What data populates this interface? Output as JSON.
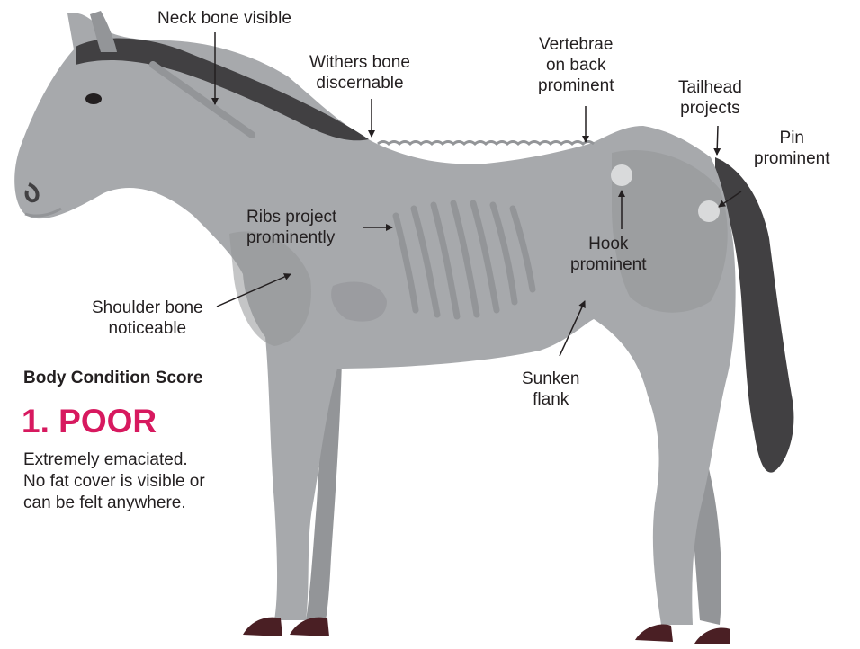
{
  "labels": {
    "neck": [
      "Neck bone visible"
    ],
    "withers": [
      "Withers bone",
      "discernable"
    ],
    "vertebrae": [
      "Vertebrae",
      "on back",
      "prominent"
    ],
    "tailhead": [
      "Tailhead",
      "projects"
    ],
    "pin": [
      "Pin",
      "prominent"
    ],
    "ribs": [
      "Ribs project",
      "prominently"
    ],
    "hook": [
      "Hook",
      "prominent"
    ],
    "shoulder": [
      "Shoulder bone",
      "noticeable"
    ],
    "flank": [
      "Sunken",
      "flank"
    ]
  },
  "score": {
    "heading": "Body Condition Score",
    "value": "1. POOR",
    "description": [
      "Extremely emaciated.",
      "No fat cover is visible or",
      "can be felt anywhere."
    ]
  },
  "colors": {
    "body": "#a7a9ac",
    "body_shade": "#939598",
    "mane_tail": "#414042",
    "hoof": "#4a1f24",
    "accent": "#d7195f",
    "bone_marker": "#d9dadb",
    "text": "#231f20"
  }
}
